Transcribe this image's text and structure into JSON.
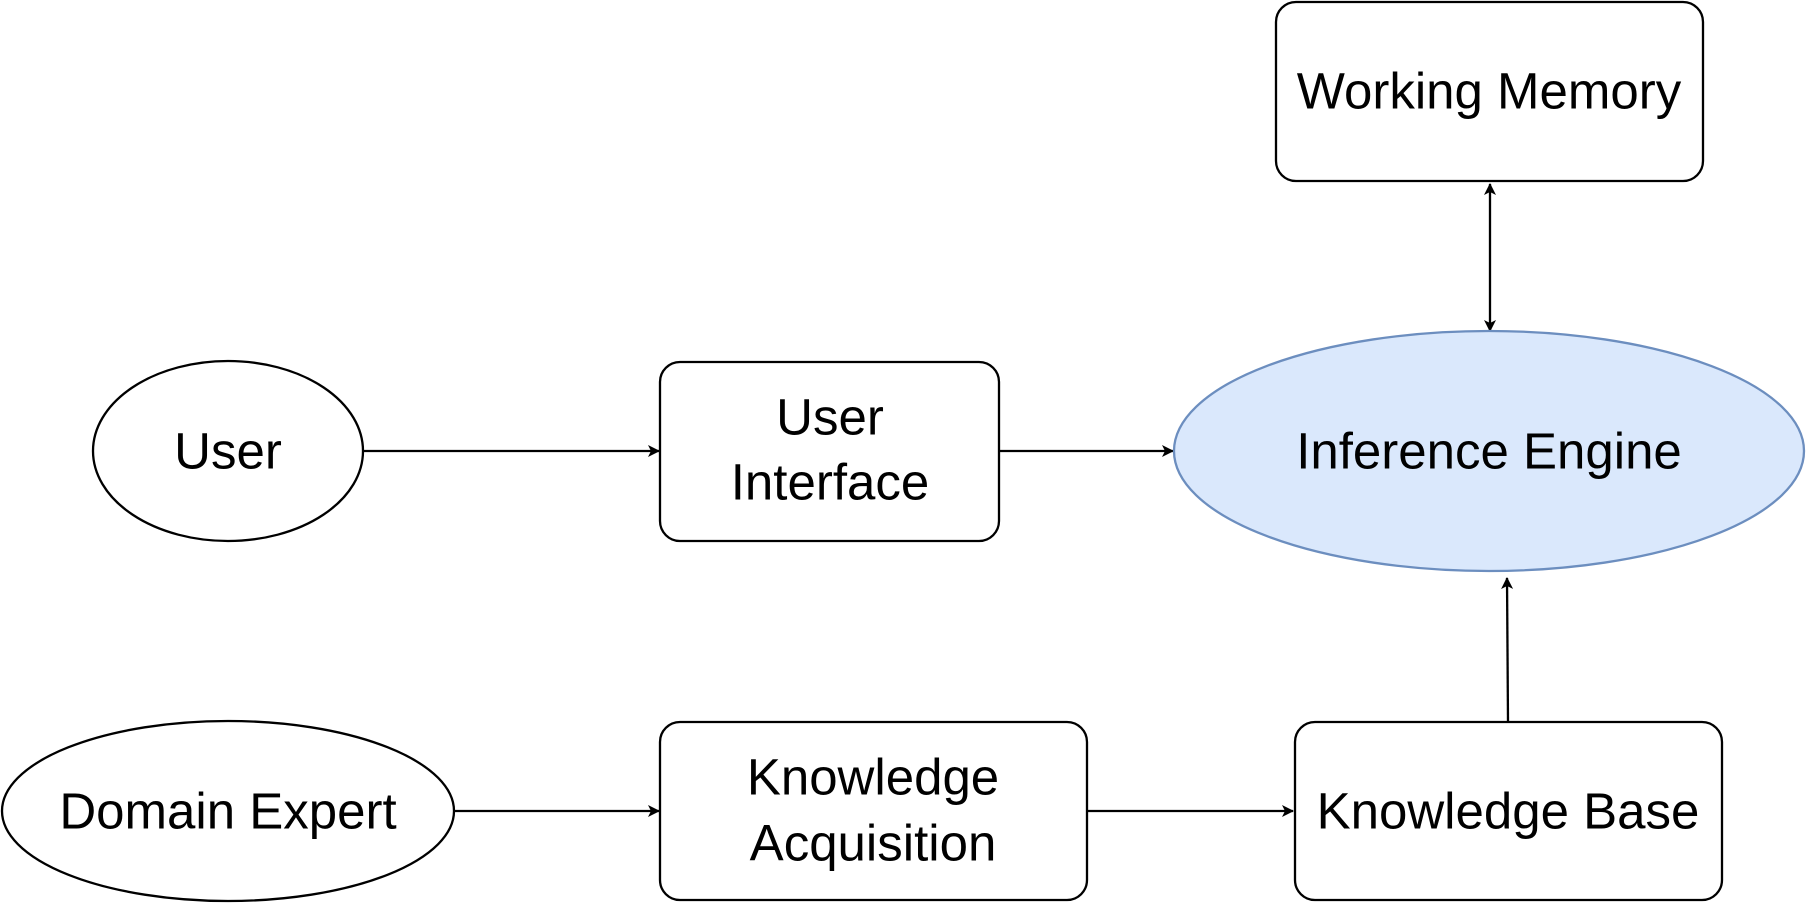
{
  "nodes": {
    "user": {
      "label": "User"
    },
    "user_interface": {
      "line1": "User",
      "line2": "Interface"
    },
    "inference_engine": {
      "label": "Inference Engine"
    },
    "working_memory": {
      "label": "Working Memory"
    },
    "domain_expert": {
      "label": "Domain Expert"
    },
    "knowledge_acquisition": {
      "line1": "Knowledge",
      "line2": "Acquisition"
    },
    "knowledge_base": {
      "label": "Knowledge Base"
    }
  },
  "colors": {
    "inference_engine_fill": "#dae8fc",
    "inference_engine_stroke": "#6c8ebf",
    "stroke": "#000000"
  }
}
